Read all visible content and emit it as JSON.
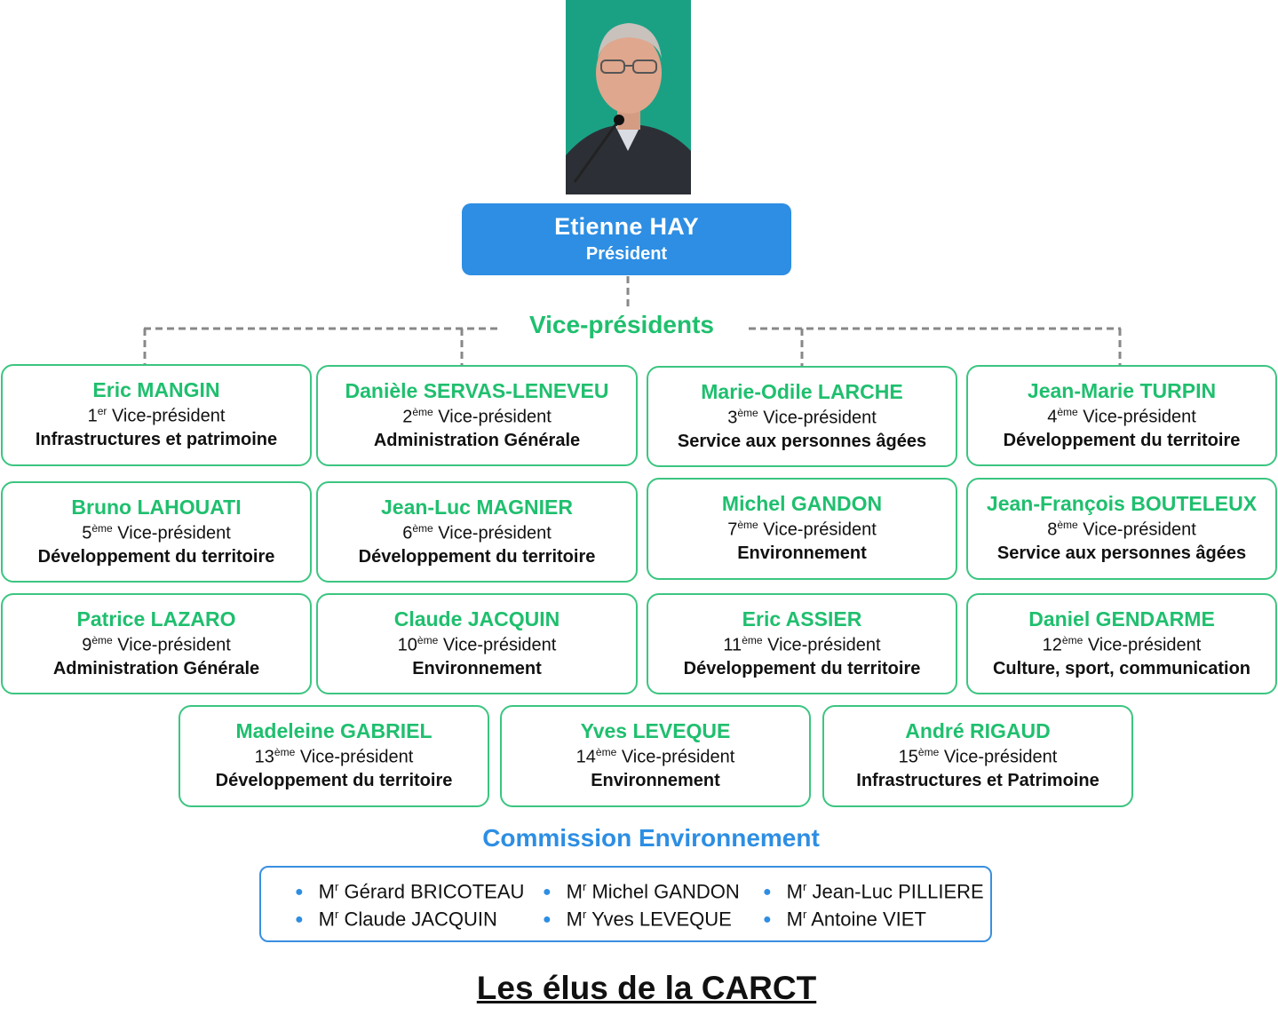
{
  "president": {
    "name": "Etienne HAY",
    "title": "Président"
  },
  "vice_presidents_heading": "Vice-présidents",
  "vice_presidents": [
    {
      "name": "Eric MANGIN",
      "rank_number": "1",
      "rank_suffix": "er",
      "rank_label": "Vice-président",
      "domain": "Infrastructures et patrimoine"
    },
    {
      "name": "Danièle SERVAS-LENEVEU",
      "rank_number": "2",
      "rank_suffix": "ème",
      "rank_label": "Vice-président",
      "domain": "Administration Générale"
    },
    {
      "name": "Marie-Odile LARCHE",
      "rank_number": "3",
      "rank_suffix": "ème",
      "rank_label": "Vice-président",
      "domain": "Service aux personnes âgées"
    },
    {
      "name": "Jean-Marie TURPIN",
      "rank_number": "4",
      "rank_suffix": "ème",
      "rank_label": "Vice-président",
      "domain": "Développement du territoire"
    },
    {
      "name": "Bruno LAHOUATI",
      "rank_number": "5",
      "rank_suffix": "ème",
      "rank_label": "Vice-président",
      "domain": "Développement du territoire"
    },
    {
      "name": "Jean-Luc MAGNIER",
      "rank_number": "6",
      "rank_suffix": "ème",
      "rank_label": "Vice-président",
      "domain": "Développement du territoire"
    },
    {
      "name": "Michel GANDON",
      "rank_number": "7",
      "rank_suffix": "ème",
      "rank_label": "Vice-président",
      "domain": "Environnement"
    },
    {
      "name": "Jean-François BOUTELEUX",
      "rank_number": "8",
      "rank_suffix": "ème",
      "rank_label": "Vice-président",
      "domain": "Service aux personnes âgées"
    },
    {
      "name": "Patrice LAZARO",
      "rank_number": "9",
      "rank_suffix": "ème",
      "rank_label": "Vice-président",
      "domain": "Administration Générale"
    },
    {
      "name": "Claude JACQUIN",
      "rank_number": "10",
      "rank_suffix": "ème",
      "rank_label": "Vice-président",
      "domain": "Environnement"
    },
    {
      "name": "Eric ASSIER",
      "rank_number": "11",
      "rank_suffix": "ème",
      "rank_label": "Vice-président",
      "domain": "Développement du territoire"
    },
    {
      "name": "Daniel GENDARME",
      "rank_number": "12",
      "rank_suffix": "ème",
      "rank_label": "Vice-président",
      "domain": "Culture, sport, communication"
    },
    {
      "name": "Madeleine GABRIEL",
      "rank_number": "13",
      "rank_suffix": "ème",
      "rank_label": "Vice-président",
      "domain": "Développement du territoire"
    },
    {
      "name": "Yves LEVEQUE",
      "rank_number": "14",
      "rank_suffix": "ème",
      "rank_label": "Vice-président",
      "domain": "Environnement"
    },
    {
      "name": "André RIGAUD",
      "rank_number": "15",
      "rank_suffix": "ème",
      "rank_label": "Vice-président",
      "domain": "Infrastructures et Patrimoine"
    }
  ],
  "commission": {
    "heading": "Commission Environnement",
    "members": [
      {
        "prefix": "M",
        "prefix_sup": "r",
        "name": "Gérard BRICOTEAU"
      },
      {
        "prefix": "M",
        "prefix_sup": "r",
        "name": "Claude JACQUIN"
      },
      {
        "prefix": "M",
        "prefix_sup": "r",
        "name": "Michel GANDON"
      },
      {
        "prefix": "M",
        "prefix_sup": "r",
        "name": "Yves LEVEQUE"
      },
      {
        "prefix": "M",
        "prefix_sup": "r",
        "name": "Jean-Luc PILLIERE"
      },
      {
        "prefix": "M",
        "prefix_sup": "r",
        "name": "Antoine VIET"
      }
    ]
  },
  "footer_title": "Les élus de la CARCT",
  "colors": {
    "green": "#1fbf6e",
    "blue": "#2d8ee3",
    "card_border": "#3cc581",
    "connector": "#888888"
  }
}
